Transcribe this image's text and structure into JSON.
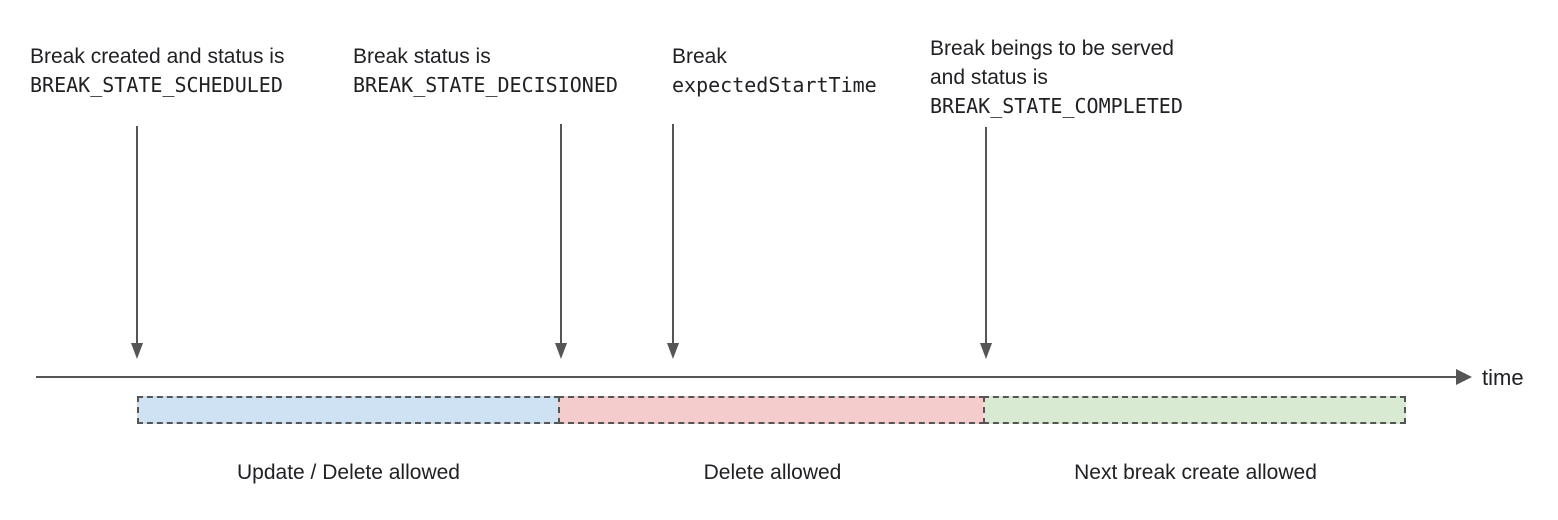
{
  "diagram": {
    "annotations": [
      {
        "lines": [
          "Break created and status is"
        ],
        "code": "BREAK_STATE_SCHEDULED"
      },
      {
        "lines": [
          "Break status is"
        ],
        "code": "BREAK_STATE_DECISIONED"
      },
      {
        "lines": [
          "Break"
        ],
        "code": "expectedStartTime"
      },
      {
        "lines": [
          "Break beings to be served",
          "and status is"
        ],
        "code": "BREAK_STATE_COMPLETED"
      }
    ],
    "axis_label": "time",
    "segments": [
      {
        "label": "Update / Delete allowed",
        "color": "#cfe2f3"
      },
      {
        "label": "Delete allowed",
        "color": "#f4cccc"
      },
      {
        "label": "Next break create allowed",
        "color": "#d9ead3"
      }
    ],
    "colors": {
      "arrow": "#555555",
      "dashed_border": "#555555",
      "text": "#202124"
    }
  }
}
